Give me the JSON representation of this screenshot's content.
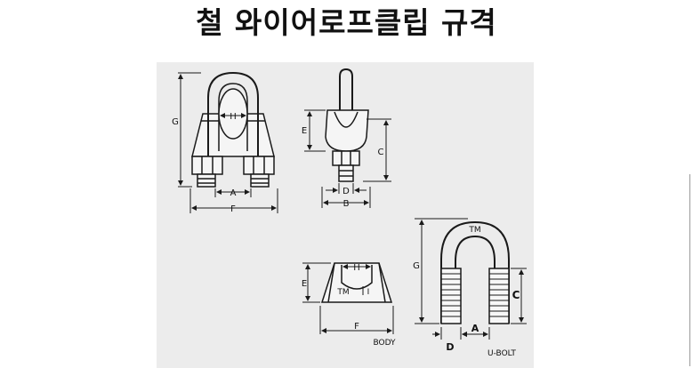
{
  "title": "철 와이어로프클립 규격",
  "views": {
    "front": {
      "h": "H",
      "g": "G",
      "a": "A",
      "f": "F"
    },
    "side": {
      "e": "E",
      "c": "C",
      "d": "D",
      "b": "B"
    },
    "body": {
      "h": "H",
      "e": "E",
      "tm": "TM",
      "i": "I",
      "f": "F",
      "caption": "BODY"
    },
    "ubolt": {
      "tm": "TM",
      "g": "G",
      "c": "C",
      "a": "A",
      "d": "D",
      "caption": "U-BOLT"
    }
  },
  "colors": {
    "panel_bg": "#ececec",
    "line": "#1a1a1a",
    "body_fill": "#f7f7f7"
  }
}
